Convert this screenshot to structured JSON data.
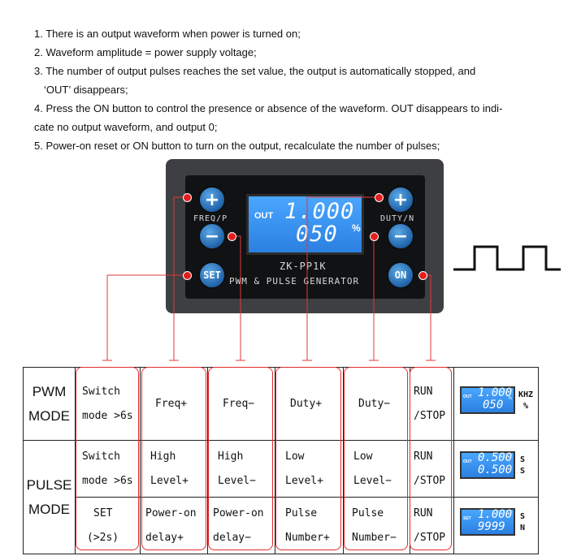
{
  "notes": [
    "1. There is an output waveform when power is turned on;",
    "2. Waveform amplitude = power supply voltage;",
    "3. The number of output pulses reaches the set value, the output is automatically stopped, and",
    "‘OUT’   disappears;",
    "4. Press the ON button to control the presence or absence of the waveform. OUT disappears to indi-",
    "cate no output waveform, and output 0;",
    "5. Power-on reset or ON button to turn on the output, recalculate the number of pulses;"
  ],
  "device": {
    "freq_label": "FREQ/P",
    "duty_label": "DUTY/N",
    "model": "ZK-PP1K",
    "subtitle": "PWM & PULSE GENERATOR",
    "buttons": {
      "freq_plus": "+",
      "freq_minus": "−",
      "duty_plus": "+",
      "duty_minus": "−",
      "set": "SET",
      "on": "ON"
    },
    "lcd": {
      "out": "OUT",
      "value1": "1.000",
      "value2": "050",
      "unit": "%"
    }
  },
  "table": {
    "pwm": {
      "mode": [
        "PWM",
        "MODE"
      ],
      "cells": [
        [
          "Switch",
          "mode >6s"
        ],
        [
          "Freq+"
        ],
        [
          "Freq−"
        ],
        [
          "Duty+"
        ],
        [
          "Duty−"
        ],
        [
          "RUN",
          "/STOP"
        ]
      ],
      "lcd": {
        "out": "OUT",
        "a": "1.000",
        "b": "050",
        "u": "%",
        "units": [
          "KHZ",
          "%"
        ]
      }
    },
    "pulse": {
      "mode": [
        "PULSE",
        "MODE"
      ],
      "row1": [
        [
          "Switch",
          "mode >6s"
        ],
        [
          "High",
          "Level+"
        ],
        [
          "High",
          "Level−"
        ],
        [
          "Low",
          "Level+"
        ],
        [
          "Low",
          "Level−"
        ],
        [
          "RUN",
          "/STOP"
        ]
      ],
      "row2": [
        [
          "SET",
          "(>2s)"
        ],
        [
          "Power-on",
          "delay+"
        ],
        [
          "Power-on",
          "delay−"
        ],
        [
          "Pulse",
          "Number+"
        ],
        [
          "Pulse",
          "Number−"
        ],
        [
          "RUN",
          "/STOP"
        ]
      ],
      "lcd1": {
        "out": "OUT",
        "a": "0.500",
        "b": "0.500",
        "units": [
          "S",
          "S"
        ]
      },
      "lcd2": {
        "out": "SET",
        "a": "1.000",
        "b": "9999",
        "units": [
          "S",
          "N"
        ]
      }
    }
  }
}
